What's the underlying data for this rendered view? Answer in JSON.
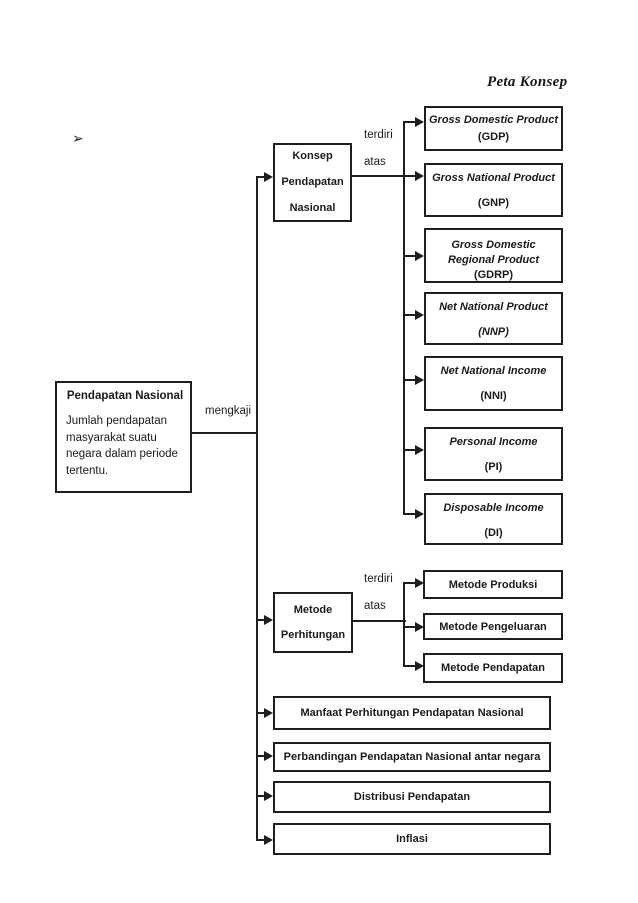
{
  "page": {
    "title": "Peta Konsep",
    "bullet_glyph": "➢"
  },
  "root": {
    "title": "Pendapatan Nasional",
    "description": "Jumlah pendapatan masyarakat suatu negara dalam periode tertentu."
  },
  "relations": {
    "mengkaji": "mengkaji",
    "konsep": {
      "line1": "terdiri",
      "line2": "atas"
    },
    "metode": {
      "line1": "terdiri",
      "line2": "atas"
    }
  },
  "konsep": {
    "lines": [
      "Konsep",
      "Pendapatan",
      "Nasional"
    ],
    "children": [
      {
        "name": "Gross Domestic Product",
        "code": "(GDP)"
      },
      {
        "name": "Gross National Product",
        "code": "(GNP)"
      },
      {
        "name": "Gross Domestic Regional Product",
        "code": "(GDRP)"
      },
      {
        "name": "Net National Product",
        "code": "(NNP)"
      },
      {
        "name": "Net National Income",
        "code": "(NNI)"
      },
      {
        "name": "Personal Income",
        "code": "(PI)"
      },
      {
        "name": "Disposable Income",
        "code": "(DI)"
      }
    ]
  },
  "metode": {
    "lines": [
      "Metode",
      "Perhitungan"
    ],
    "children": [
      {
        "name": "Metode Produksi"
      },
      {
        "name": "Metode Pengeluaran"
      },
      {
        "name": "Metode Pendapatan"
      }
    ]
  },
  "others": [
    {
      "name": "Manfaat Perhitungan Pendapatan Nasional"
    },
    {
      "name": "Perbandingan Pendapatan Nasional antar negara"
    },
    {
      "name": "Distribusi Pendapatan"
    },
    {
      "name": "Inflasi"
    }
  ],
  "colors": {
    "line": "#1e1e1e",
    "text": "#1a1a1a",
    "background": "#ffffff"
  }
}
